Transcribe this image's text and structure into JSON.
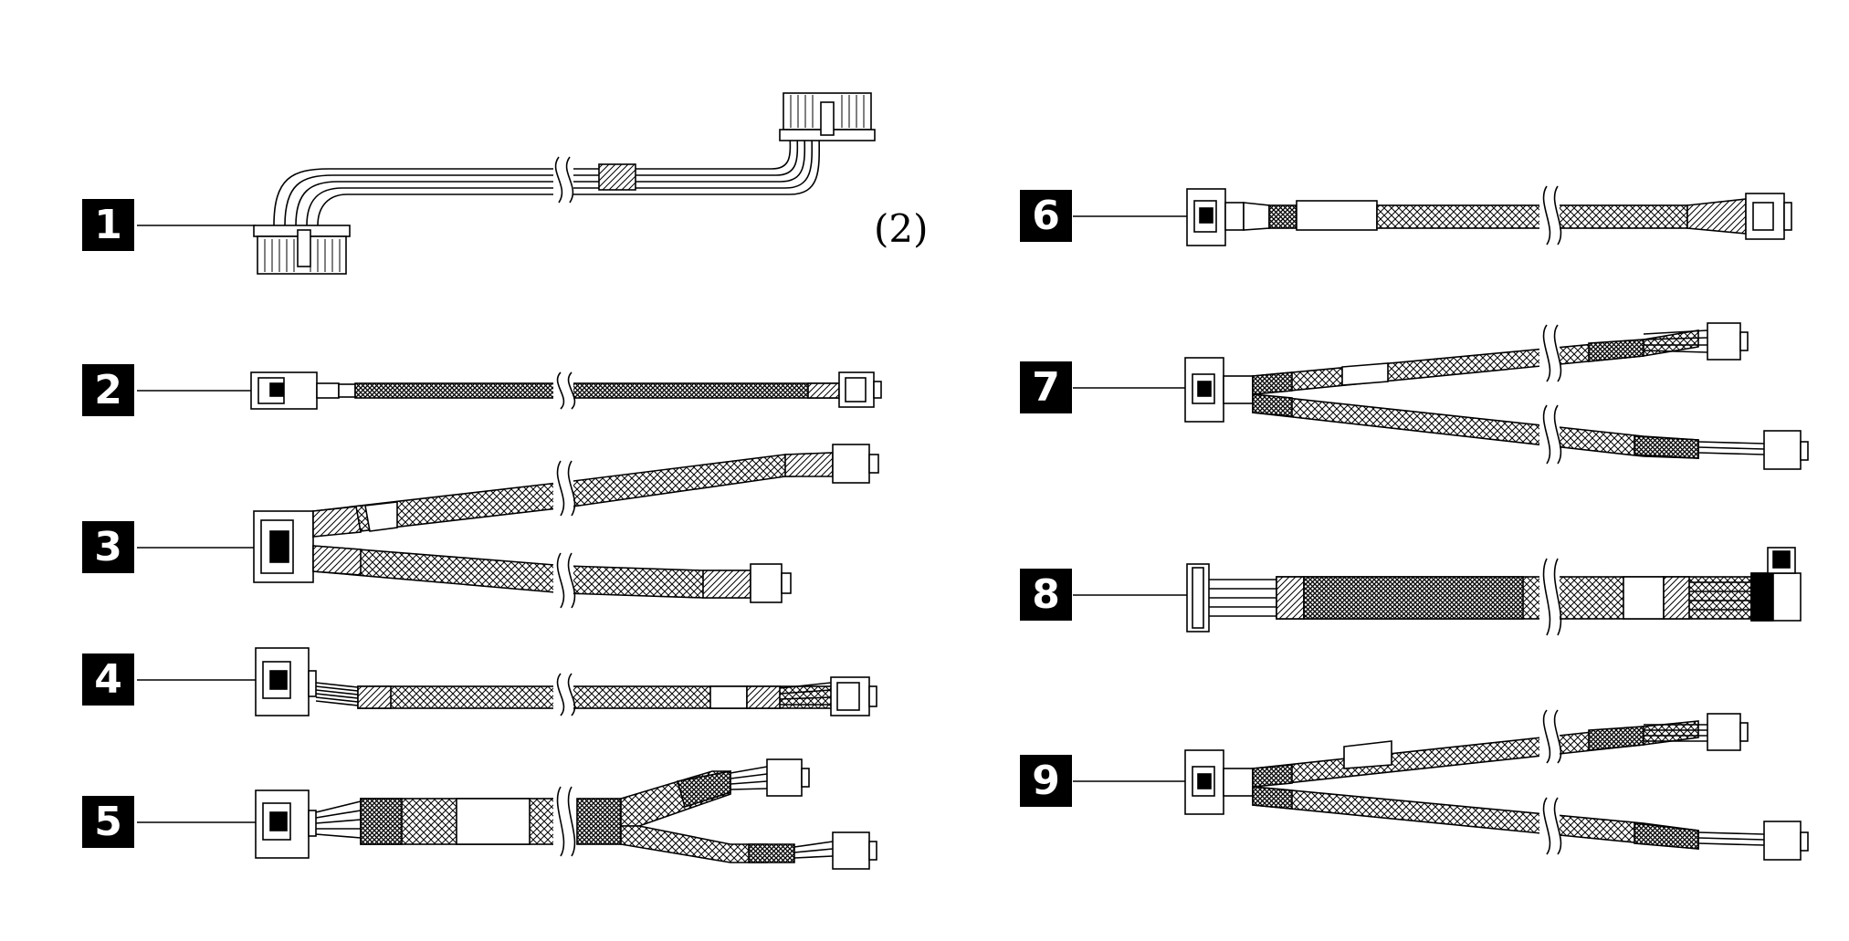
{
  "callouts": [
    {
      "id": "1",
      "label": "1"
    },
    {
      "id": "2",
      "label": "2"
    },
    {
      "id": "3",
      "label": "3"
    },
    {
      "id": "4",
      "label": "4"
    },
    {
      "id": "5",
      "label": "5"
    },
    {
      "id": "6",
      "label": "6"
    },
    {
      "id": "7",
      "label": "7"
    },
    {
      "id": "8",
      "label": "8"
    },
    {
      "id": "9",
      "label": "9"
    }
  ],
  "quantity_note": "(2)",
  "colors": {
    "ink": "#000000",
    "paper": "#ffffff",
    "sleeve": "#777777"
  }
}
